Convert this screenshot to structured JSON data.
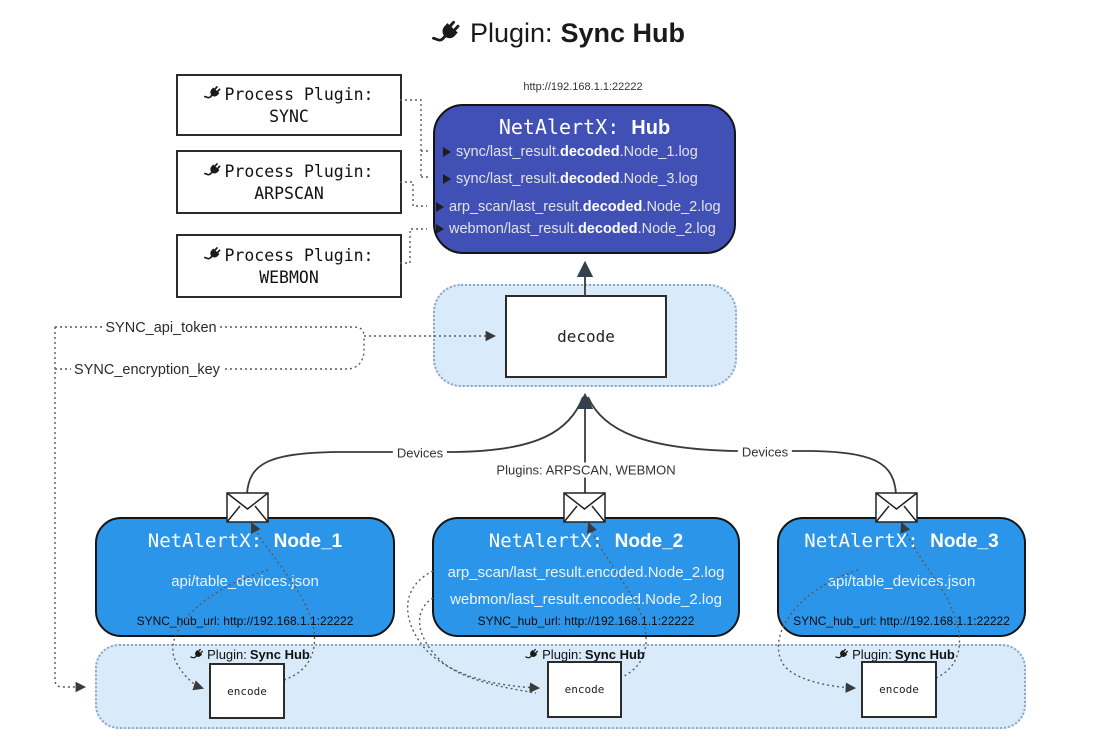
{
  "title": {
    "icon": "plug-icon",
    "prefix": "Plugin:",
    "name": "Sync Hub"
  },
  "process_plugins": [
    {
      "icon": "plug-icon",
      "label": "Process Plugin:",
      "name": "SYNC"
    },
    {
      "icon": "plug-icon",
      "label": "Process Plugin:",
      "name": "ARPSCAN"
    },
    {
      "icon": "plug-icon",
      "label": "Process Plugin:",
      "name": "WEBMON"
    }
  ],
  "hub": {
    "url": "http://192.168.1.1:22222",
    "title_prefix": "NetAlertX: ",
    "title_name": "Hub",
    "logs": [
      {
        "pre": "sync/last_result.",
        "bold": "decoded",
        "post": ".Node_1.log"
      },
      {
        "pre": "sync/last_result.",
        "bold": "decoded",
        "post": ".Node_3.log"
      },
      {
        "pre": "arp_scan/last_result.",
        "bold": "decoded",
        "post": ".Node_2.log"
      },
      {
        "pre": "webmon/last_result.",
        "bold": "decoded",
        "post": ".Node_2.log"
      }
    ]
  },
  "decode_label": "decode",
  "keys": {
    "api_token": "SYNC_api_token",
    "encryption_key": "SYNC_encryption_key"
  },
  "edge_labels": {
    "devices_left": "Devices",
    "devices_right": "Devices",
    "plugins": "Plugins: ARPSCAN, WEBMON"
  },
  "nodes": [
    {
      "title_prefix": "NetAlertX: ",
      "title_name": "Node_1",
      "files": [
        "api/table_devices.json"
      ],
      "hub_url": "SYNC_hub_url: http://192.168.1.1:22222",
      "icon": "envelope-icon"
    },
    {
      "title_prefix": "NetAlertX: ",
      "title_name": "Node_2",
      "files": [
        "arp_scan/last_result.encoded.Node_2.log",
        "webmon/last_result.encoded.Node_2.log"
      ],
      "hub_url": "SYNC_hub_url: http://192.168.1.1:22222",
      "icon": "envelope-icon"
    },
    {
      "title_prefix": "NetAlertX: ",
      "title_name": "Node_3",
      "files": [
        "api/table_devices.json"
      ],
      "hub_url": "SYNC_hub_url: http://192.168.1.1:22222",
      "icon": "envelope-icon"
    }
  ],
  "encoders": {
    "label": "encode",
    "icon": "plug-icon",
    "plugin_prefix": "Plugin:",
    "plugin_name": "Sync Hub"
  },
  "colors": {
    "hub_fill": "#4150b5",
    "node_fill": "#2b95e9",
    "container_fill": "#d9eafb",
    "container_border": "#8ba6c4",
    "solid_line": "#3a3a3a",
    "dotted_line": "#5a5a5a"
  }
}
